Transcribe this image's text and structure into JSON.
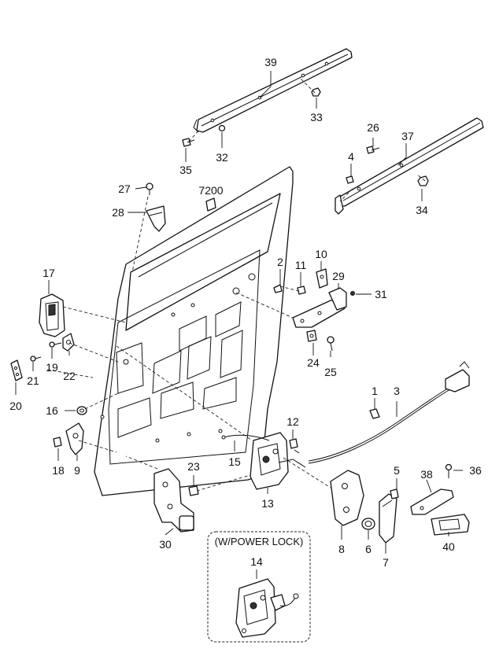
{
  "callouts": {
    "c1": "1",
    "c2": "2",
    "c3": "3",
    "c4": "4",
    "c5": "5",
    "c6": "6",
    "c7": "7",
    "c8": "8",
    "c9": "9",
    "c10": "10",
    "c11": "11",
    "c12": "12",
    "c13": "13",
    "c14": "14",
    "c15": "15",
    "c16": "16",
    "c17": "17",
    "c18": "18",
    "c19": "19",
    "c20": "20",
    "c21": "21",
    "c22": "22",
    "c23": "23",
    "c24": "24",
    "c25": "25",
    "c26": "26",
    "c27": "27",
    "c28": "28",
    "c29": "29",
    "c30": "30",
    "c31": "31",
    "c32": "32",
    "c33": "33",
    "c34": "34",
    "c35": "35",
    "c36": "36",
    "c37": "37",
    "c38": "38",
    "c39": "39",
    "c40": "40",
    "c7200": "7200"
  },
  "power_lock_box": {
    "title": "(W/POWER LOCK)"
  }
}
